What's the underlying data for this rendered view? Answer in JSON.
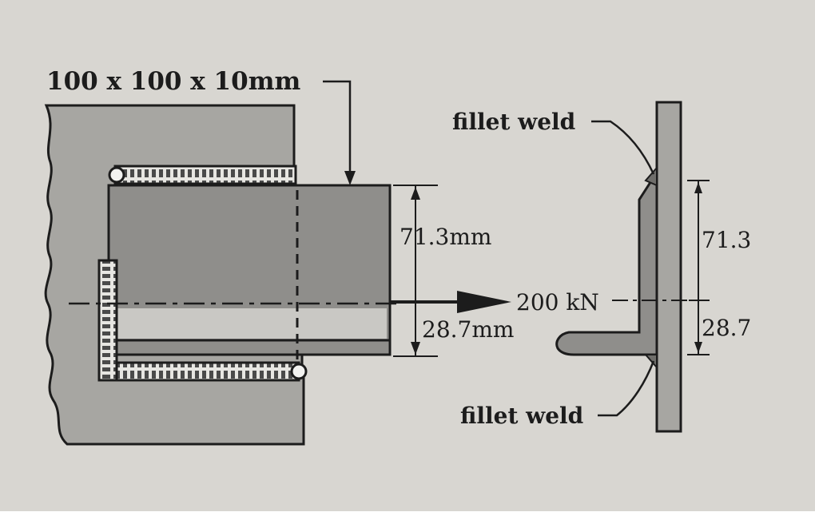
{
  "labels": {
    "angle_size": "100 x 100 x 10mm",
    "dim_top": "71.3mm",
    "dim_bottom": "28.7mm",
    "load": "200 kN",
    "weld_top": "fillet weld",
    "weld_bottom": "fillet weld",
    "side_dim_top": "71.3",
    "side_dim_bottom": "28.7"
  },
  "colors": {
    "paper": "#d8d6d1",
    "plate": "#a7a6a2",
    "angle": "#8f8e8b",
    "ink": "#1c1c1c"
  }
}
